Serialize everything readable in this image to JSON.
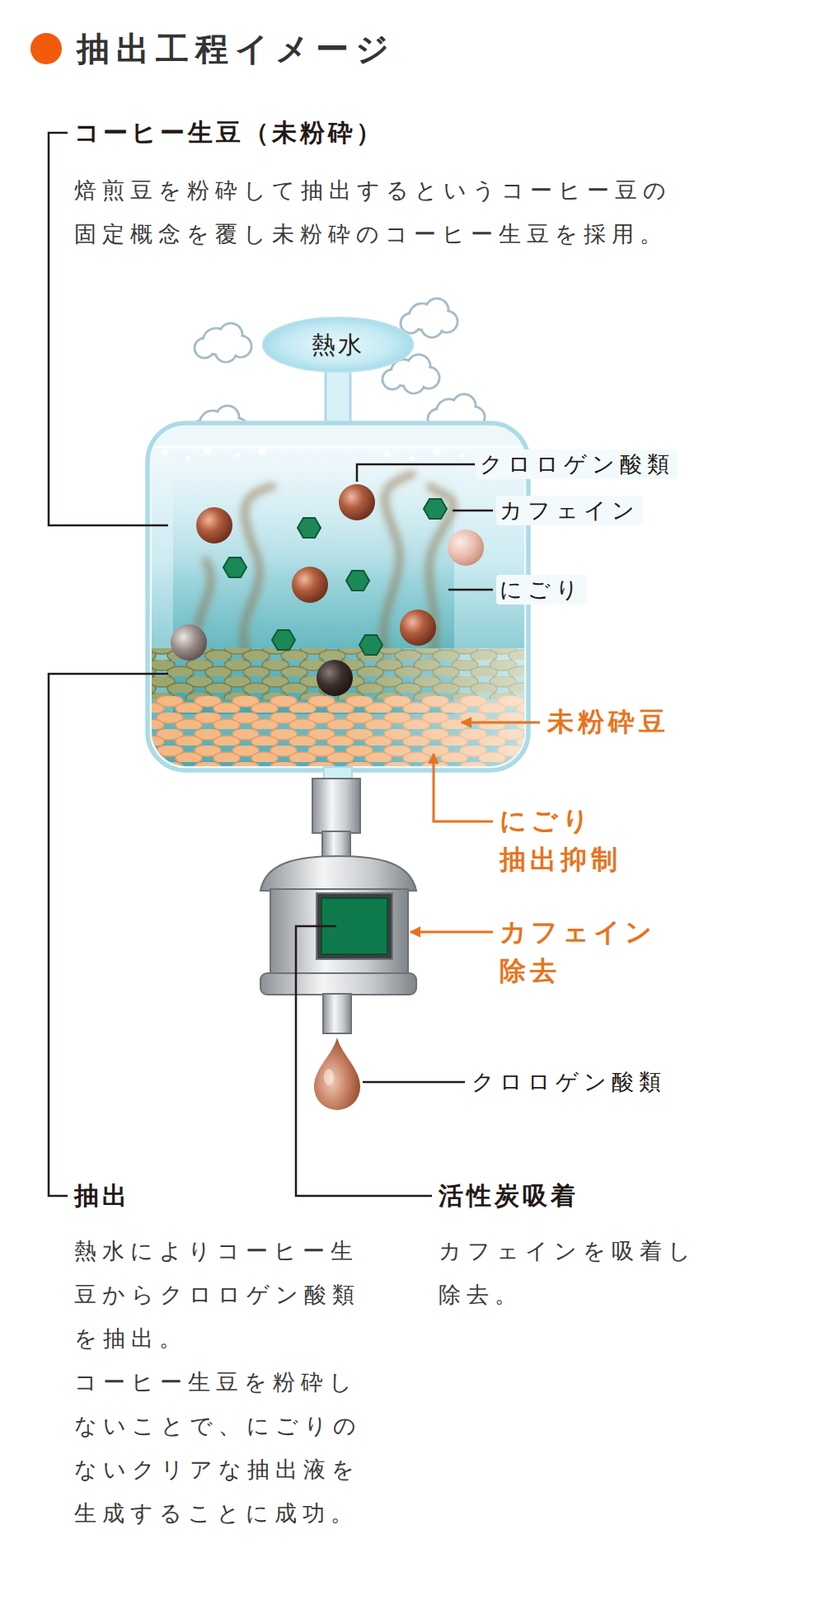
{
  "diagram": {
    "title": "抽出工程イメージ",
    "nodes": [
      {
        "text": [
          "熱水"
        ]
      }
    ],
    "labels": [
      "コーヒー生豆（未粉砕）",
      "焙煎豆を粉砕して抽出するというコーヒー豆の固定概念を覆し未粉砕のコーヒー生豆を採用。",
      "クロロゲン酸類",
      "カフェイン",
      "にごり",
      "未粉砕豆",
      "にごり 抽出抑制",
      "カフェイン 除去",
      "クロロゲン酸類",
      "抽出",
      "熱水によりコーヒー生豆からクロロゲン酸類を抽出。",
      "コーヒー生豆を粉砕しないことで、にごりのないクリアな抽出液を生成することに成功。",
      "活性炭吸着",
      "カフェインを吸着し除去。"
    ]
  }
}
